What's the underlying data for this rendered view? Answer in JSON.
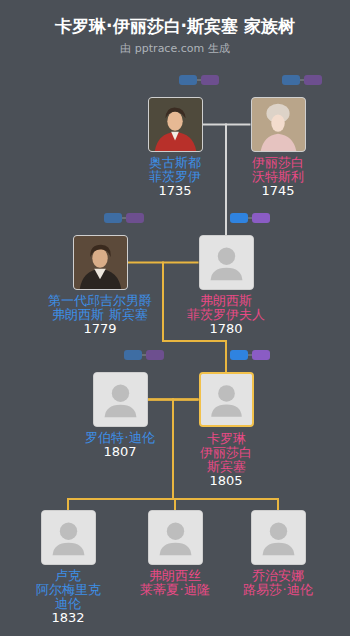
{
  "diagram": {
    "title": "卡罗琳·伊丽莎白·斯宾塞 家族树",
    "caption": "由 pptrace.com 生成",
    "nodes": [
      {
        "text": [
          "奥古斯都 菲茨罗伊",
          "1735"
        ]
      },
      {
        "text": [
          "伊丽莎白 沃特斯利",
          "1745"
        ]
      },
      {
        "text": [
          "第一代邱吉尔男爵弗朗西斯 斯宾塞",
          "1779"
        ]
      },
      {
        "text": [
          "弗朗西斯 菲茨罗伊夫人",
          "1780"
        ]
      },
      {
        "text": [
          "罗伯特·迪伦",
          "1807"
        ]
      },
      {
        "text": [
          "卡罗琳 伊丽莎白 斯宾塞",
          "1805"
        ]
      },
      {
        "text": [
          "卢克 阿尔梅里克 迪伦",
          "1832"
        ]
      },
      {
        "text": [
          "弗朗西丝 莱蒂夏·迪隆"
        ]
      },
      {
        "text": [
          "乔治安娜 路易莎·迪伦"
        ]
      }
    ],
    "edges": [
      {
        "from": 0,
        "to": 3,
        "arrow": "none"
      },
      {
        "from": 1,
        "to": 3,
        "arrow": "none"
      },
      {
        "from": 2,
        "to": 5,
        "arrow": "none"
      },
      {
        "from": 3,
        "to": 5,
        "arrow": "none"
      },
      {
        "from": 4,
        "to": 6,
        "arrow": "none"
      },
      {
        "from": 4,
        "to": 7,
        "arrow": "none"
      },
      {
        "from": 4,
        "to": 8,
        "arrow": "none"
      },
      {
        "from": 5,
        "to": 6,
        "arrow": "none"
      },
      {
        "from": 5,
        "to": 7,
        "arrow": "none"
      },
      {
        "from": 5,
        "to": 8,
        "arrow": "none"
      }
    ]
  }
}
